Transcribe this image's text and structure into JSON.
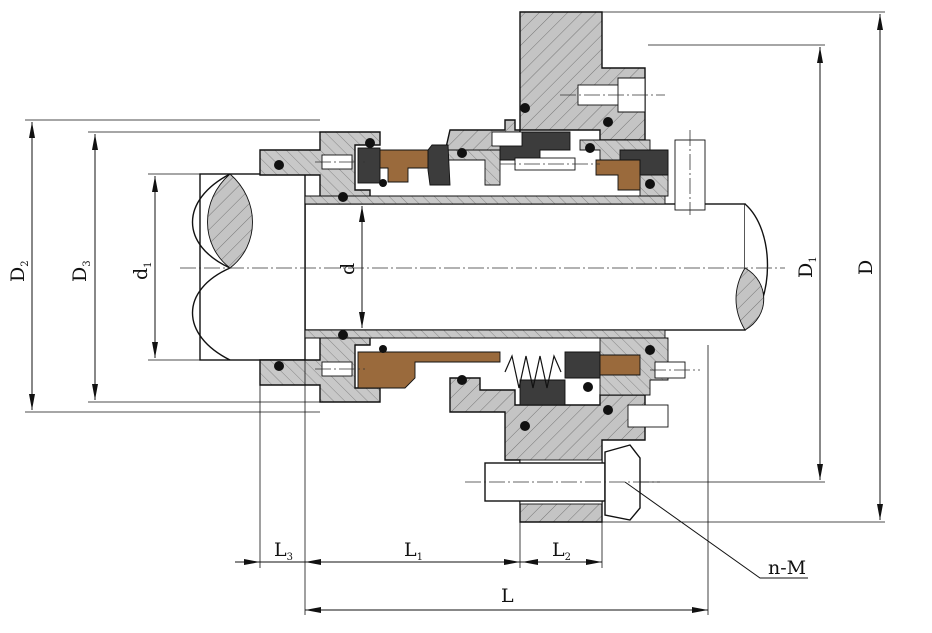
{
  "labels": {
    "D2_main": "D",
    "D2_sub": "2",
    "D3_main": "D",
    "D3_sub": "3",
    "d1_main": "d",
    "d1_sub": "1",
    "d": "d",
    "D1_main": "D",
    "D1_sub": "1",
    "D": "D",
    "L3_main": "L",
    "L3_sub": "3",
    "L1_main": "L",
    "L1_sub": "1",
    "L2_main": "L",
    "L2_sub": "2",
    "L": "L",
    "nM": "n-M"
  },
  "colors": {
    "hatch": "#bdbdbd",
    "hatch_line": "#6e6e6e",
    "rubber": "#111111",
    "carbon": "#3c3c3c",
    "bronze": "#9a6a3c",
    "shaft": "#ffffff",
    "line": "#111111"
  }
}
